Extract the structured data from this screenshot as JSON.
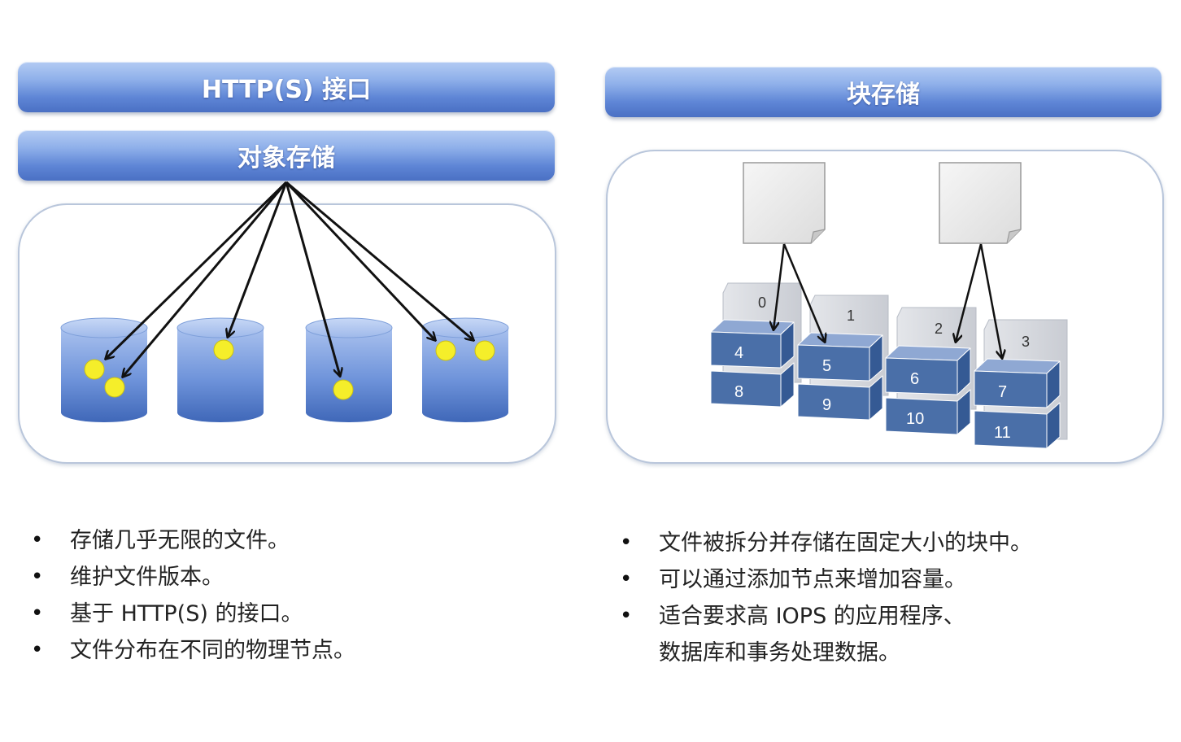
{
  "left": {
    "http_label": "HTTP(S) 接口",
    "object_label": "对象存储",
    "bullets": [
      "存储几乎无限的文件。",
      "维护文件版本。",
      "基于 HTTP(S) 的接口。",
      "文件分布在不同的物理节点。"
    ]
  },
  "right": {
    "block_label": "块存储",
    "block_numbers": [
      "0",
      "1",
      "2",
      "3",
      "4",
      "5",
      "6",
      "7",
      "8",
      "9",
      "10",
      "11"
    ],
    "bullets": [
      "文件被拆分并存储在固定大小的块中。",
      "可以通过添加节点来增加容量。",
      "适合要求高 IOPS 的应用程序、",
      "数据库和事务处理数据。"
    ]
  },
  "colors": {
    "bar_blue": "#5f86d6",
    "cylinder_blue": "#5b83cf",
    "object_dot": "#f5ee2a",
    "block_face": "#4a6fa8",
    "arrow": "#111111"
  }
}
